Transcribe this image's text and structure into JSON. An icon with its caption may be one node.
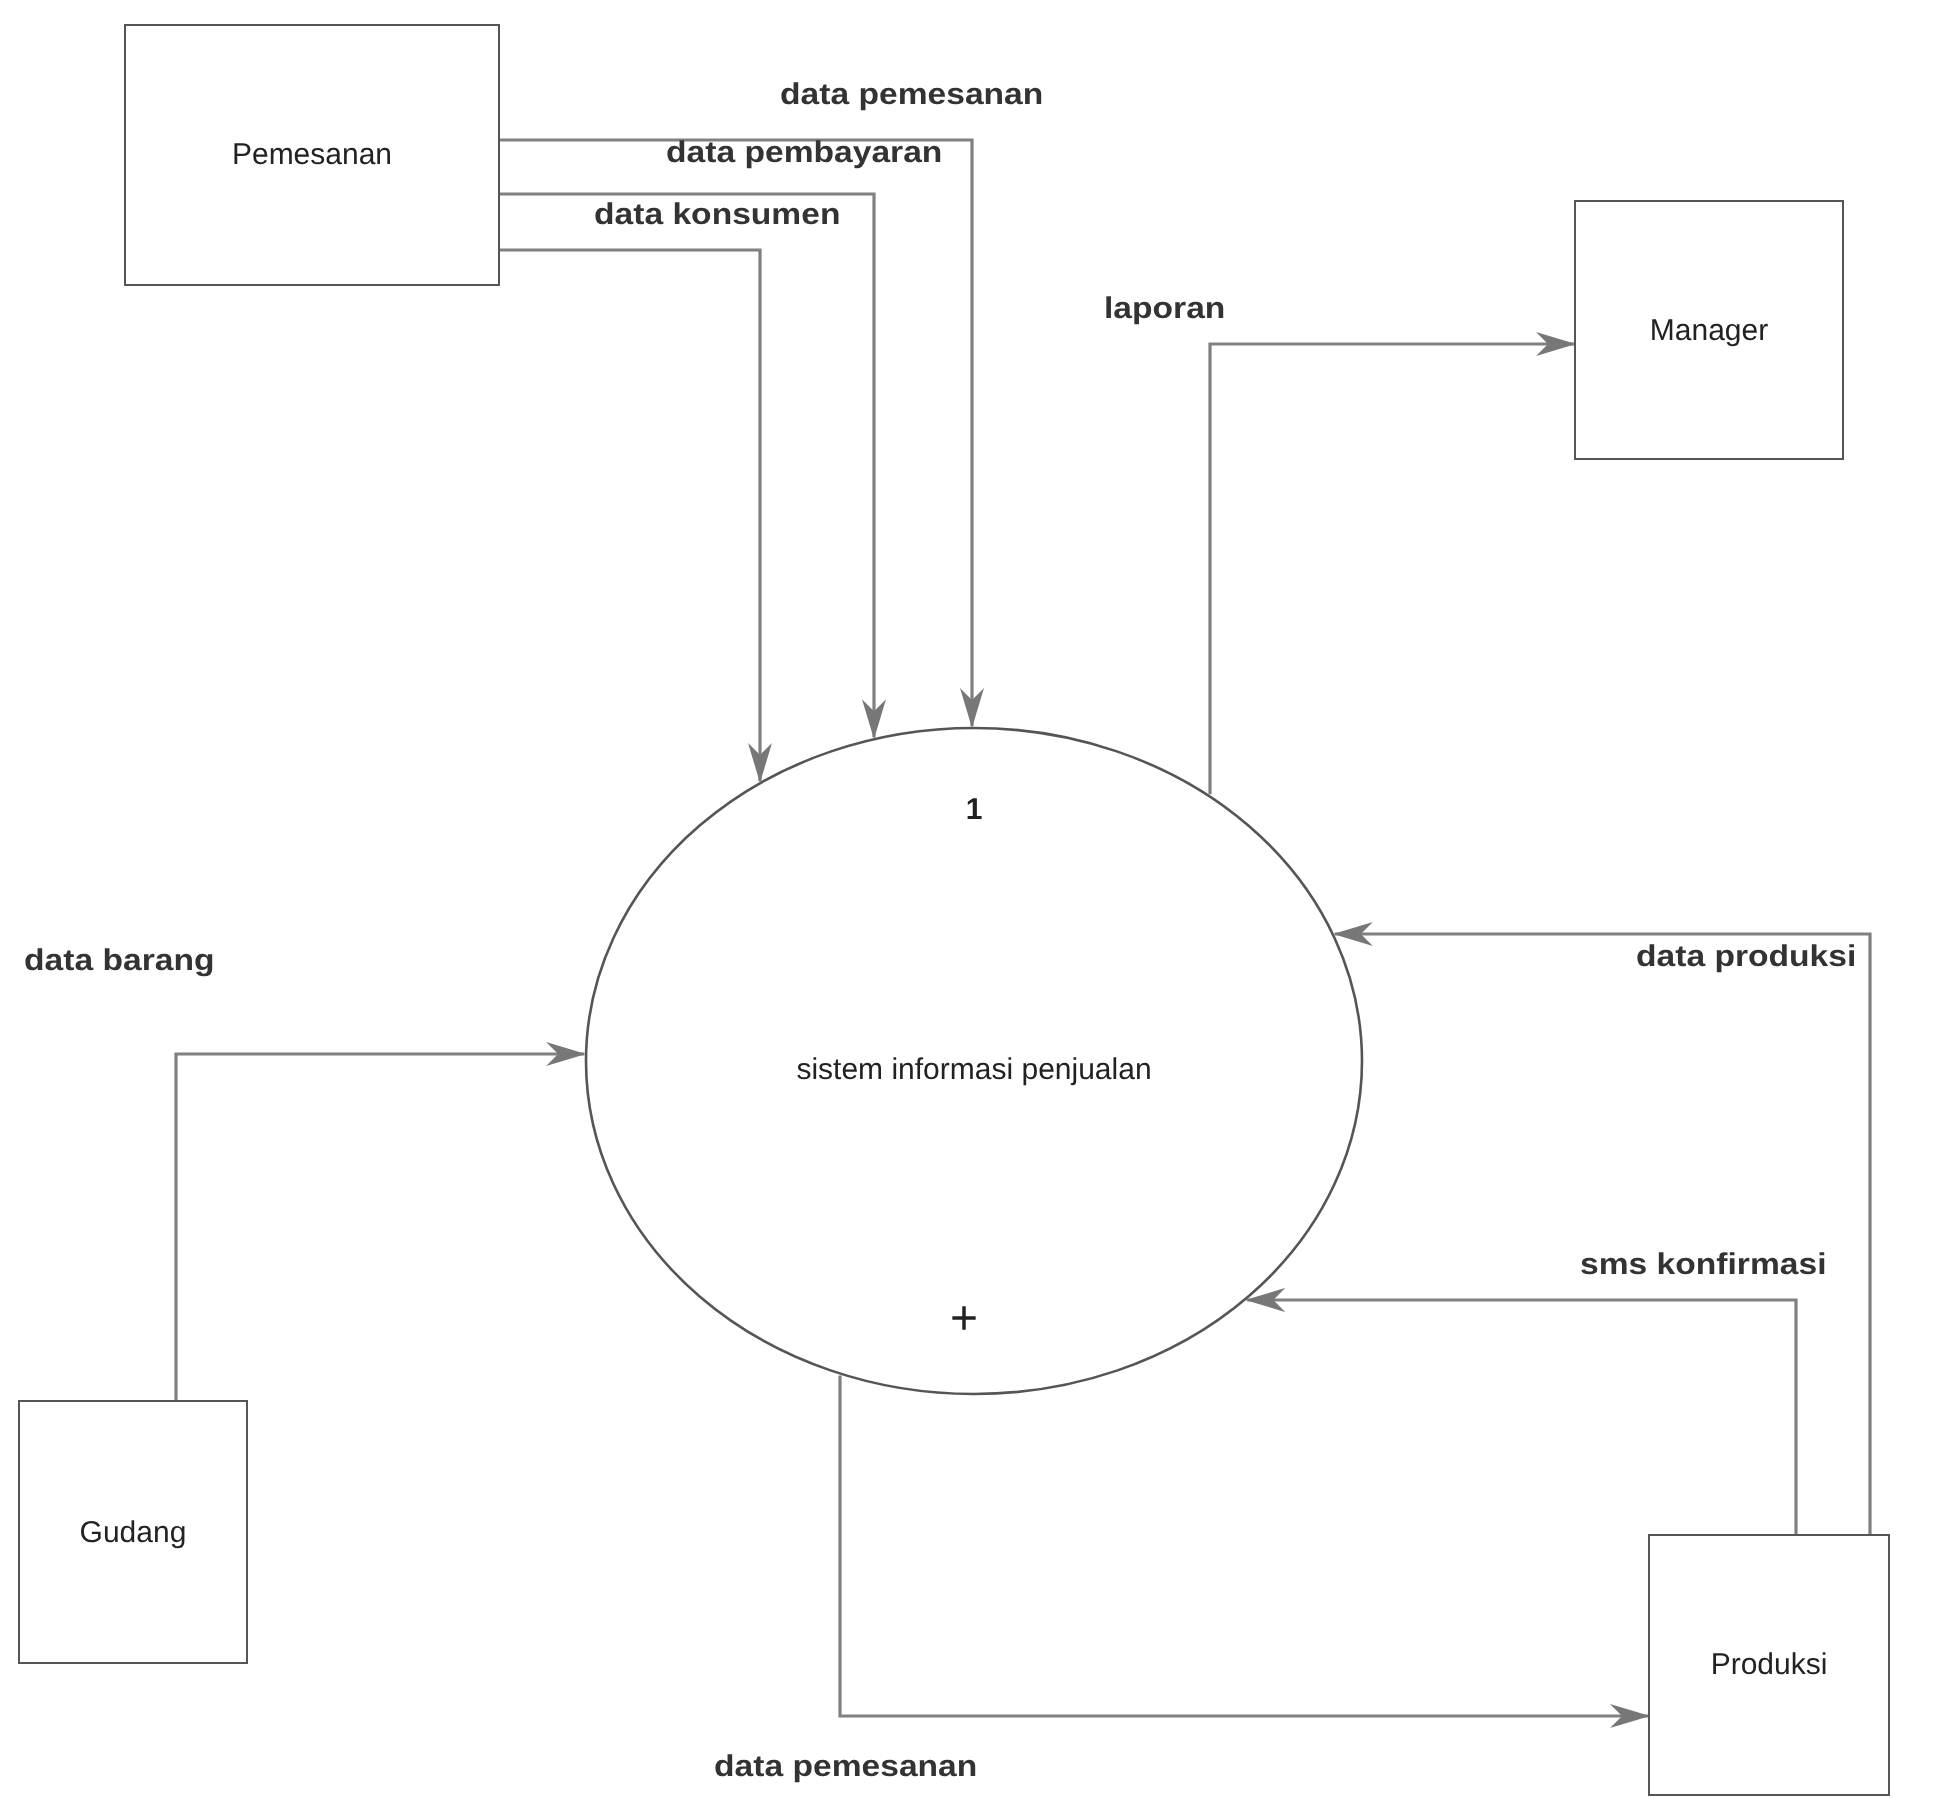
{
  "diagram": {
    "nodes": [
      {
        "text": [
          "Pemesanan"
        ]
      },
      {
        "text": [
          "Manager"
        ]
      },
      {
        "text": [
          "1",
          "sistem informasi penjualan",
          "+"
        ]
      },
      {
        "text": [
          "Gudang"
        ]
      },
      {
        "text": [
          "Produksi"
        ]
      }
    ],
    "edges": [
      {
        "from": 0,
        "to": 2,
        "arrow": "to",
        "label": "data konsumen"
      },
      {
        "from": 0,
        "to": 2,
        "arrow": "to",
        "label": "data pembayaran"
      },
      {
        "from": 0,
        "to": 2,
        "arrow": "to",
        "label": "data pemesanan"
      },
      {
        "from": 2,
        "to": 1,
        "arrow": "to",
        "label": "laporan"
      },
      {
        "from": 4,
        "to": 2,
        "arrow": "to",
        "label": "data produksi"
      },
      {
        "from": 4,
        "to": 2,
        "arrow": "to",
        "label": "sms konfirmasi"
      },
      {
        "from": 3,
        "to": 2,
        "arrow": "to",
        "label": "data barang"
      },
      {
        "from": 2,
        "to": 4,
        "arrow": "to",
        "label": "data pemesanan"
      }
    ]
  }
}
